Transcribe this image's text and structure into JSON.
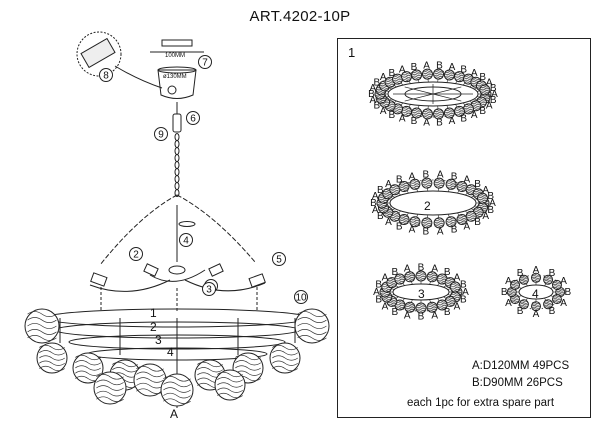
{
  "title": "ART.4202-10P",
  "left_diagram": {
    "callouts": [
      "1",
      "2",
      "3",
      "4",
      "5",
      "6",
      "7",
      "8",
      "9",
      "10"
    ],
    "tier_labels": [
      "1",
      "2",
      "3",
      "4"
    ],
    "bottom_label": "A",
    "dim_top": "100MM",
    "dim_canopy": "ø130MM"
  },
  "right_panel": {
    "panel_number": "1",
    "ring_labels": [
      "2",
      "3",
      "4"
    ],
    "letter_a": "A",
    "letter_b": "B"
  },
  "specs": {
    "line_a": "A:D120MM  49PCS",
    "line_b": "B:D90MM   26PCS",
    "note": "each 1pc for extra spare part"
  }
}
